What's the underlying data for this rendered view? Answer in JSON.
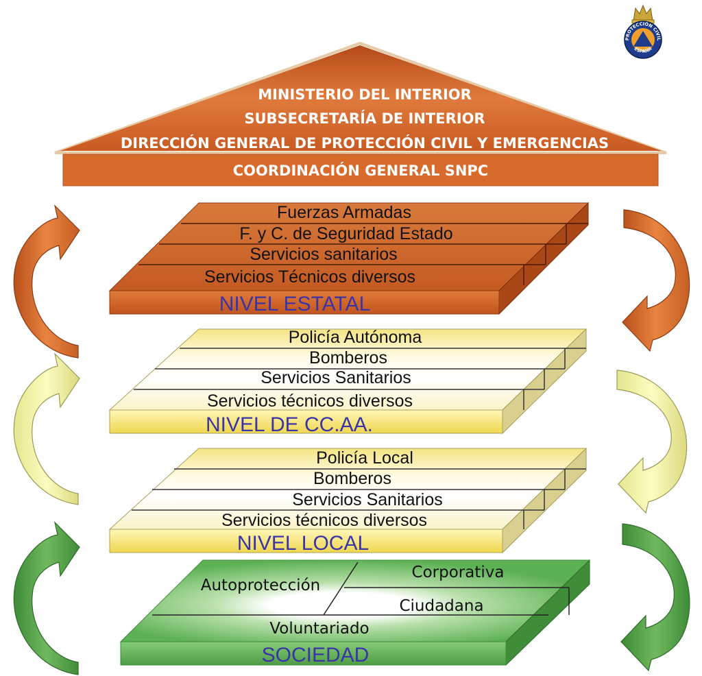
{
  "logo": {
    "text_top": "PROTECCIÓN CIVIL",
    "text_bottom": "ESPAÑA",
    "icon": "proteccion-civil-emblem-icon"
  },
  "roof": {
    "lines": [
      "MINISTERIO DEL INTERIOR",
      "SUBSECRETARÍA DE INTERIOR",
      "DIRECCIÓN GENERAL DE PROTECCIÓN CIVIL Y EMERGENCIAS"
    ],
    "base_label": "COORDINACIÓN GENERAL SNPC",
    "color": "#d4632a"
  },
  "levels": [
    {
      "id": "estatal",
      "rows": [
        "Fuerzas Armadas",
        "F. y C. de Seguridad Estado",
        "Servicios sanitarios",
        "Servicios Técnicos diversos"
      ],
      "label": "NIVEL ESTATAL",
      "color": "#d06a30"
    },
    {
      "id": "ccaa",
      "rows": [
        "Policía Autónoma",
        "Bomberos",
        "Servicios Sanitarios",
        "Servicios técnicos diversos"
      ],
      "label": "NIVEL DE CC.AA.",
      "color": "#f3e47a"
    },
    {
      "id": "local",
      "rows": [
        "Policía Local",
        "Bomberos",
        "Servicios Sanitarios",
        "Servicios técnicos diversos"
      ],
      "label": "NIVEL LOCAL",
      "color": "#f3e47a"
    }
  ],
  "society": {
    "autoproteccion": "Autoprotección",
    "corporativa": "Corporativa",
    "ciudadana": "Ciudadana",
    "voluntariado": "Voluntariado",
    "label": "SOCIEDAD",
    "color": "#5fb85a"
  },
  "arrows": {
    "orange": "#d4692d",
    "yellow": "#eef09a",
    "green": "#4f9e44"
  }
}
